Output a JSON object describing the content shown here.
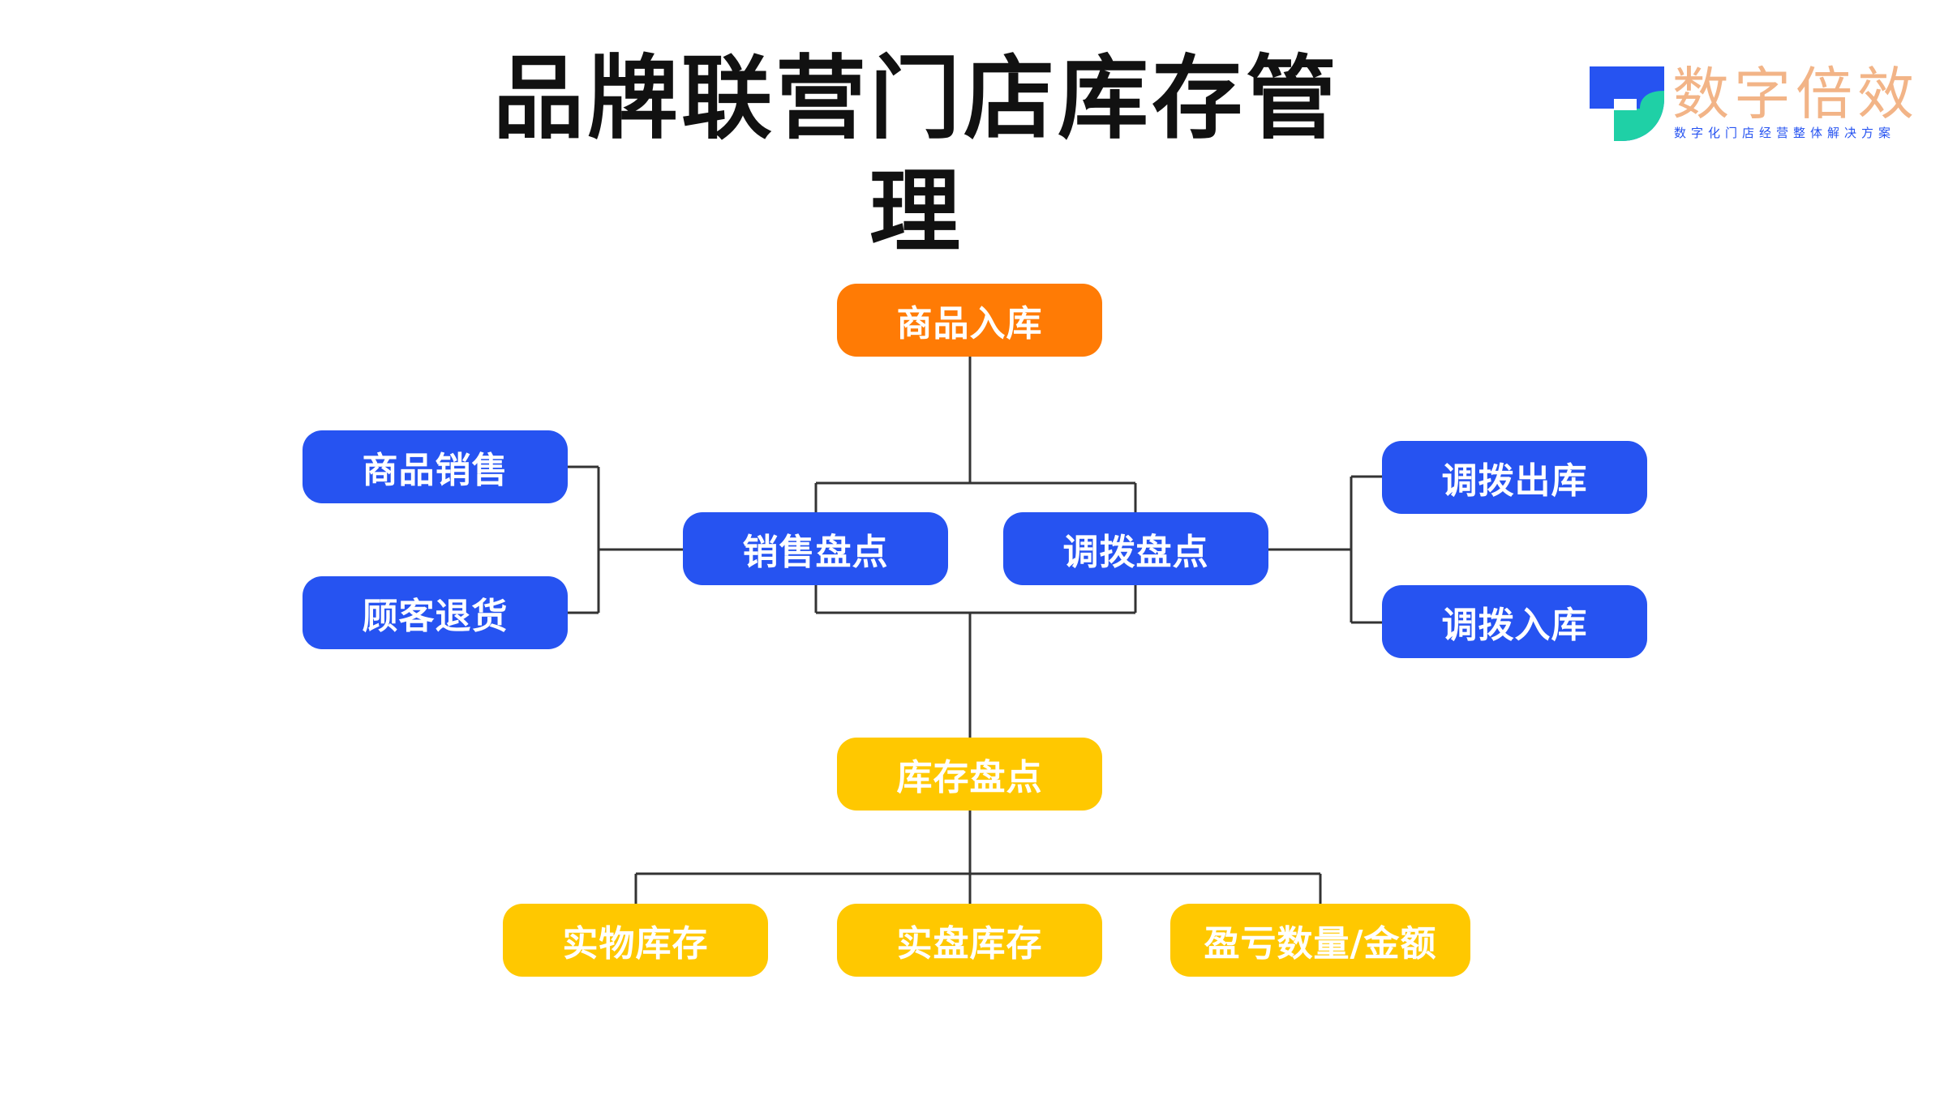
{
  "title": "品牌联营门店库存管理",
  "logo": {
    "name": "数字倍效",
    "tagline": "数字化门店经营整体解决方案",
    "colors": {
      "blue": "#2653f1",
      "teal": "#1fd0a6",
      "peach": "#f2b487"
    }
  },
  "nodes": {
    "goods_in": "商品入库",
    "sales_check": "销售盘点",
    "transfer_check": "调拨盘点",
    "goods_sales": "商品销售",
    "customer_return": "顾客退货",
    "transfer_out": "调拨出库",
    "transfer_in": "调拨入库",
    "stock_check": "库存盘点",
    "physical_stock": "实物库存",
    "counted_stock": "实盘库存",
    "gain_loss": "盈亏数量/金额"
  },
  "colors": {
    "orange": "#ff7b05",
    "blue": "#2653f1",
    "yellow": "#ffc800",
    "line": "#333333"
  }
}
